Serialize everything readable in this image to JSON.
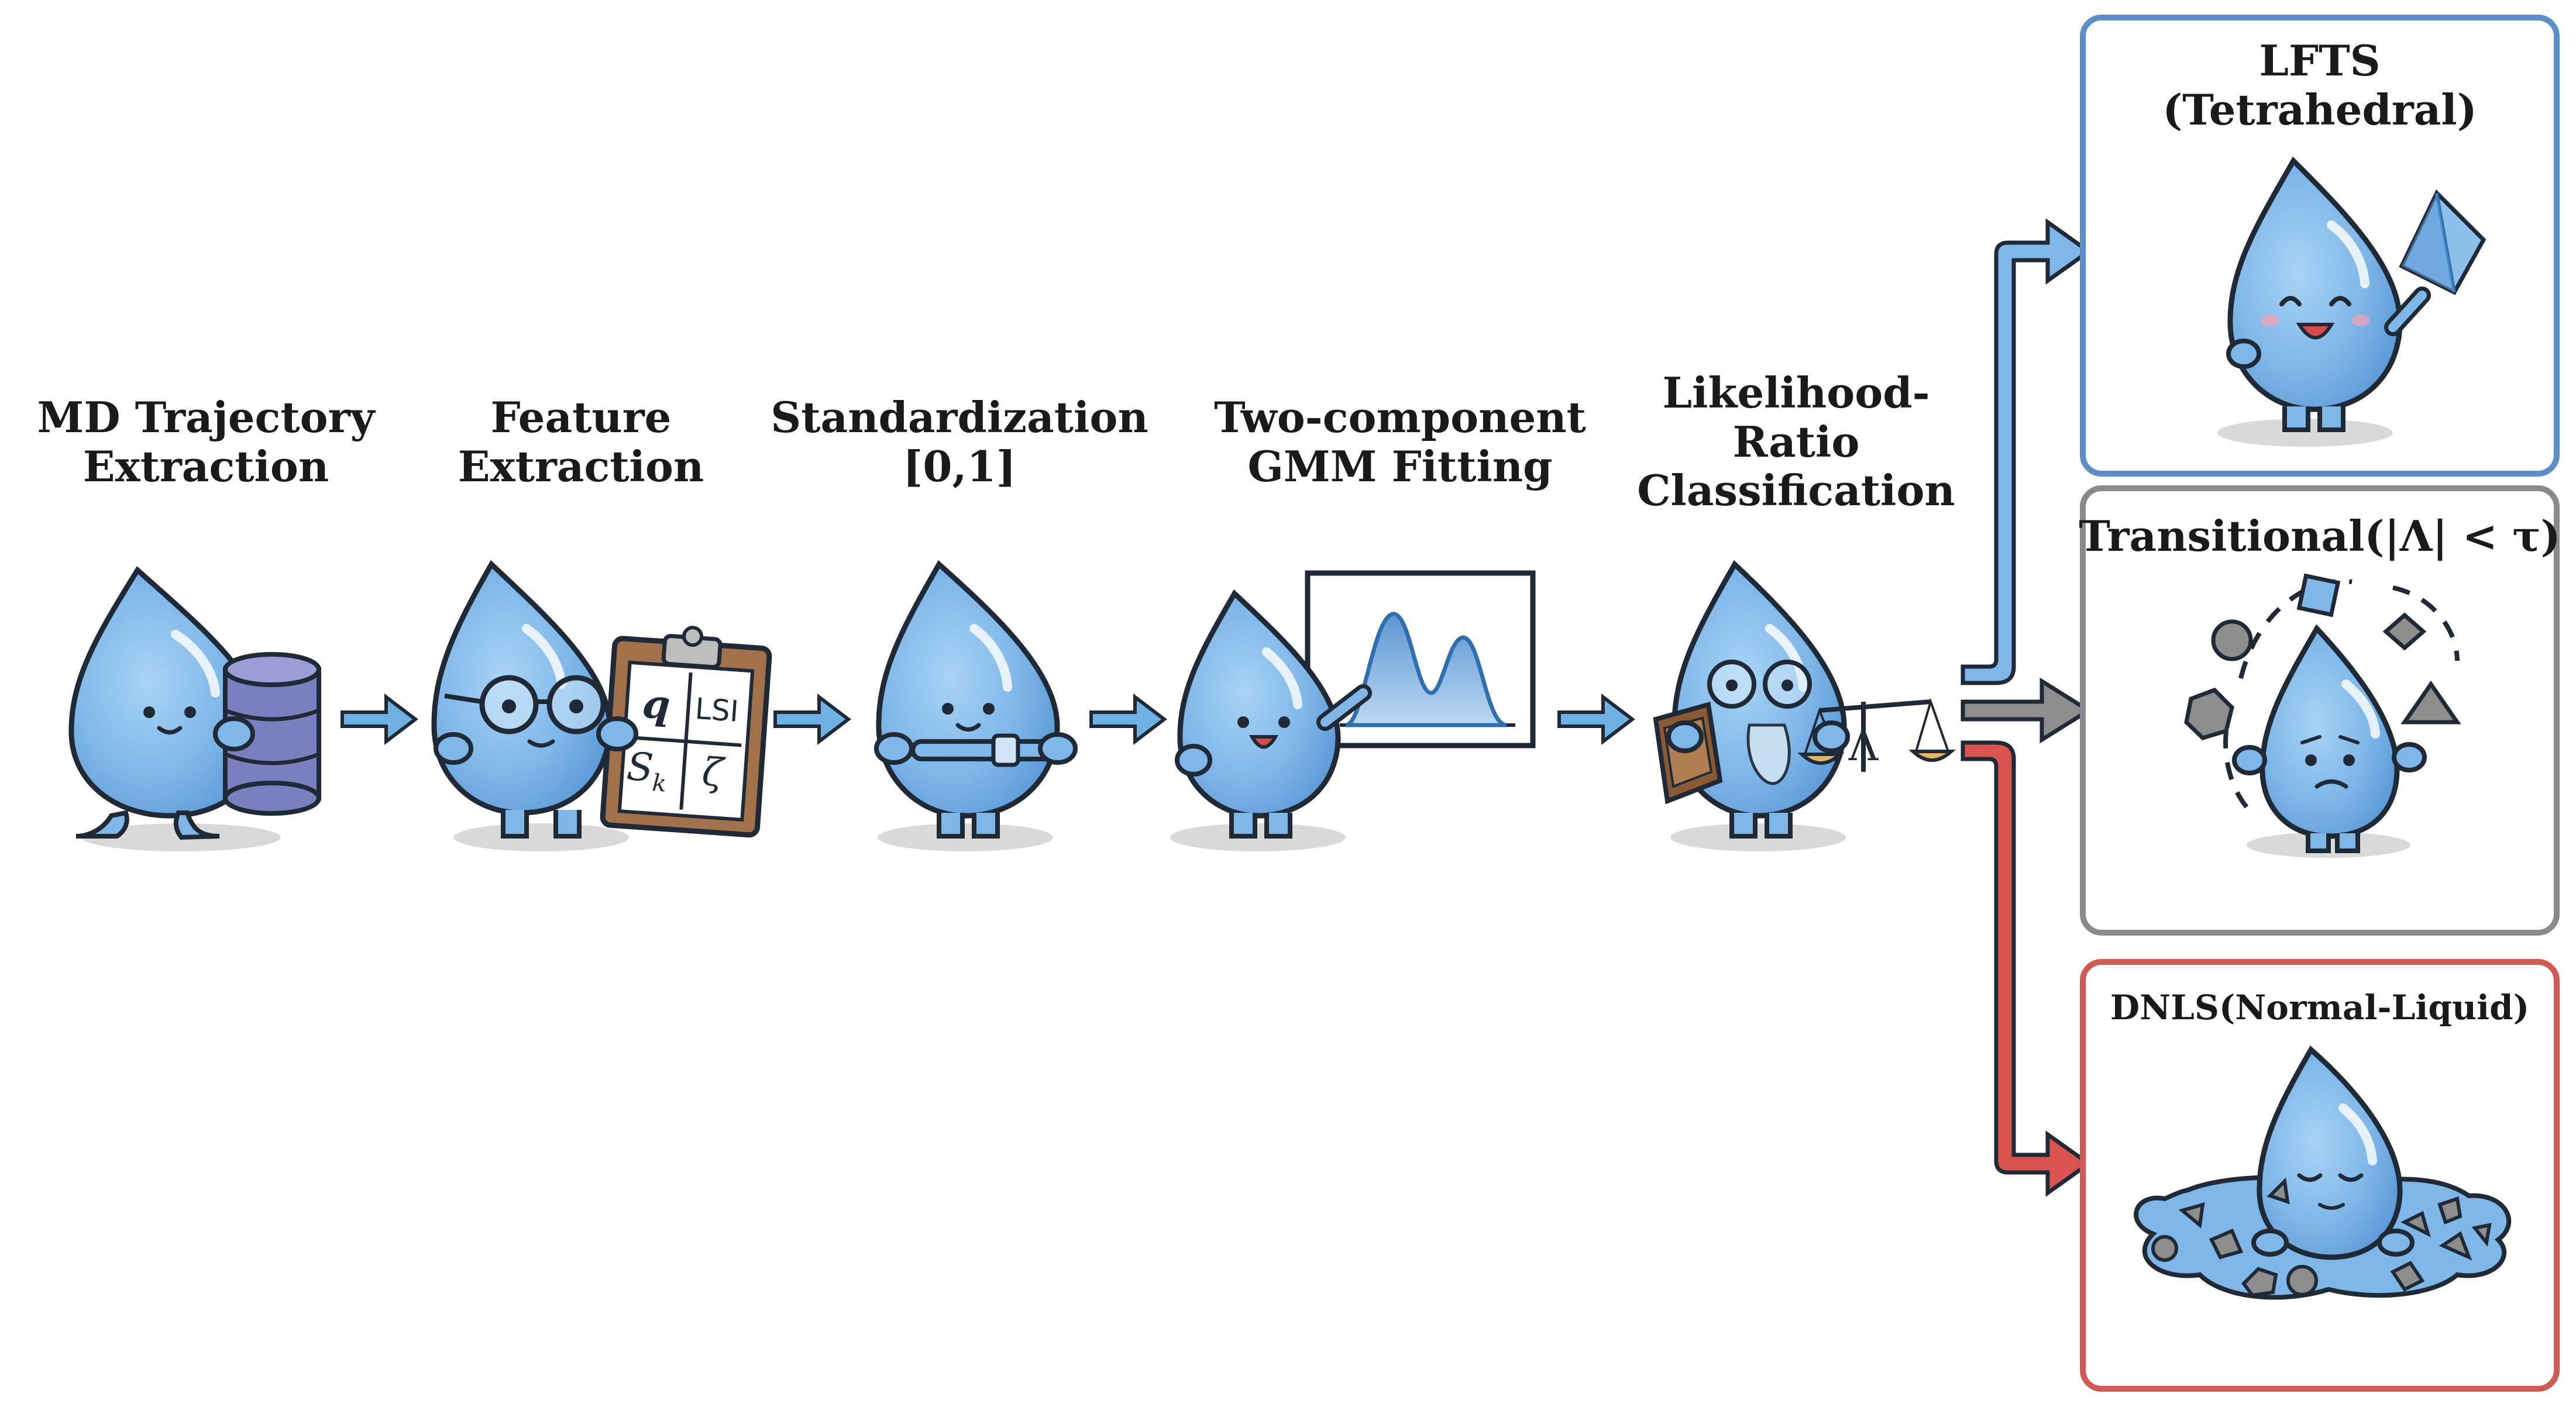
{
  "pipeline": {
    "steps": [
      {
        "label_lines": [
          "MD Trajectory",
          "Extraction"
        ]
      },
      {
        "label_lines": [
          "Feature",
          "Extraction"
        ]
      },
      {
        "label_lines": [
          "Standardization",
          "[0,1]"
        ]
      },
      {
        "label_lines": [
          "Two-component",
          "GMM Fitting"
        ]
      },
      {
        "label_lines": [
          "Likelihood-",
          "Ratio",
          "Classification"
        ]
      }
    ],
    "clipboard": {
      "cells": [
        "q",
        "LSI",
        "S",
        "k",
        "ζ"
      ]
    },
    "scale_symbol": "Λ"
  },
  "outputs": {
    "lfts": {
      "lines": [
        "LFTS",
        "(Tetrahedral)"
      ],
      "color": "#5b8fc7"
    },
    "transitional": {
      "label": "Transitional(|Λ| < τ)",
      "color": "#8a8a8a"
    },
    "dnls": {
      "label": "DNLS(Normal-Liquid)",
      "color": "#d05a55"
    }
  },
  "colors": {
    "drop": "#7fb7e8",
    "drop_dark": "#4f90cf",
    "arrow": "#6fb0e4",
    "outline": "#1f2a36"
  }
}
